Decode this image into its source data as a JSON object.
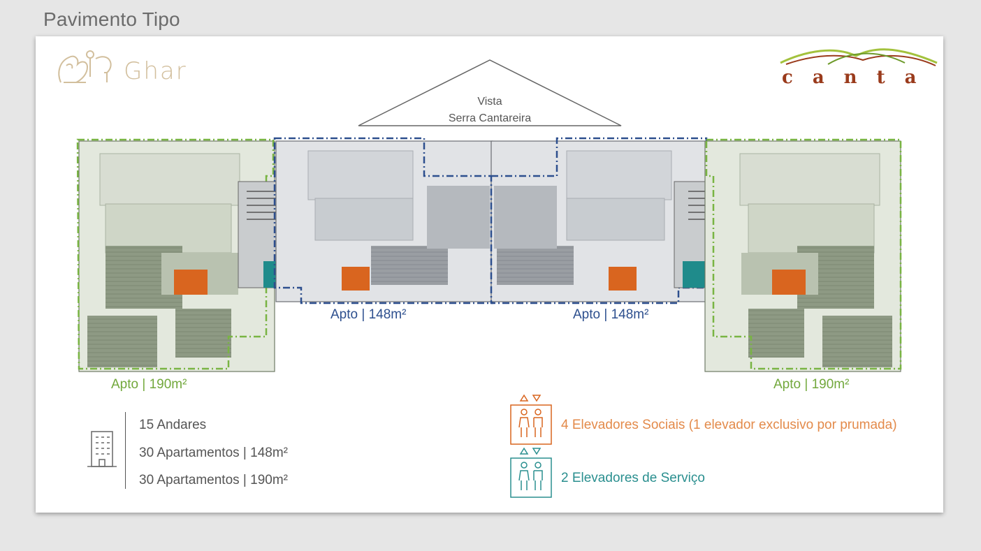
{
  "page": {
    "title": "Pavimento Tipo"
  },
  "brands": {
    "left": "Ghar",
    "right": "canta"
  },
  "view": {
    "line1": "Vista",
    "line2": "Serra Cantareira"
  },
  "labels": {
    "apto_190_left": "Apto | 190m²",
    "apto_148_left": "Apto | 148m²",
    "apto_148_right": "Apto | 148m²",
    "apto_190_right": "Apto | 190m²"
  },
  "stats": {
    "andares": "15 Andares",
    "apt148": "30 Apartamentos | 148m²",
    "apt190": "30 Apartamentos | 190m²"
  },
  "elevators": {
    "social": "4 Elevadores Sociais (1 elevador exclusivo por prumada)",
    "service": "2 Elevadores de Serviço"
  },
  "colors": {
    "green_outline": "#79b443",
    "blue_outline": "#2d4f8e",
    "social_elevator": "#d9651f",
    "service_elevator": "#1f8b8b",
    "social_text": "#e38a4a",
    "service_text": "#2a8f8f"
  },
  "icons": {
    "building": "building-icon",
    "elevator_people": "elevator-people-icon"
  }
}
